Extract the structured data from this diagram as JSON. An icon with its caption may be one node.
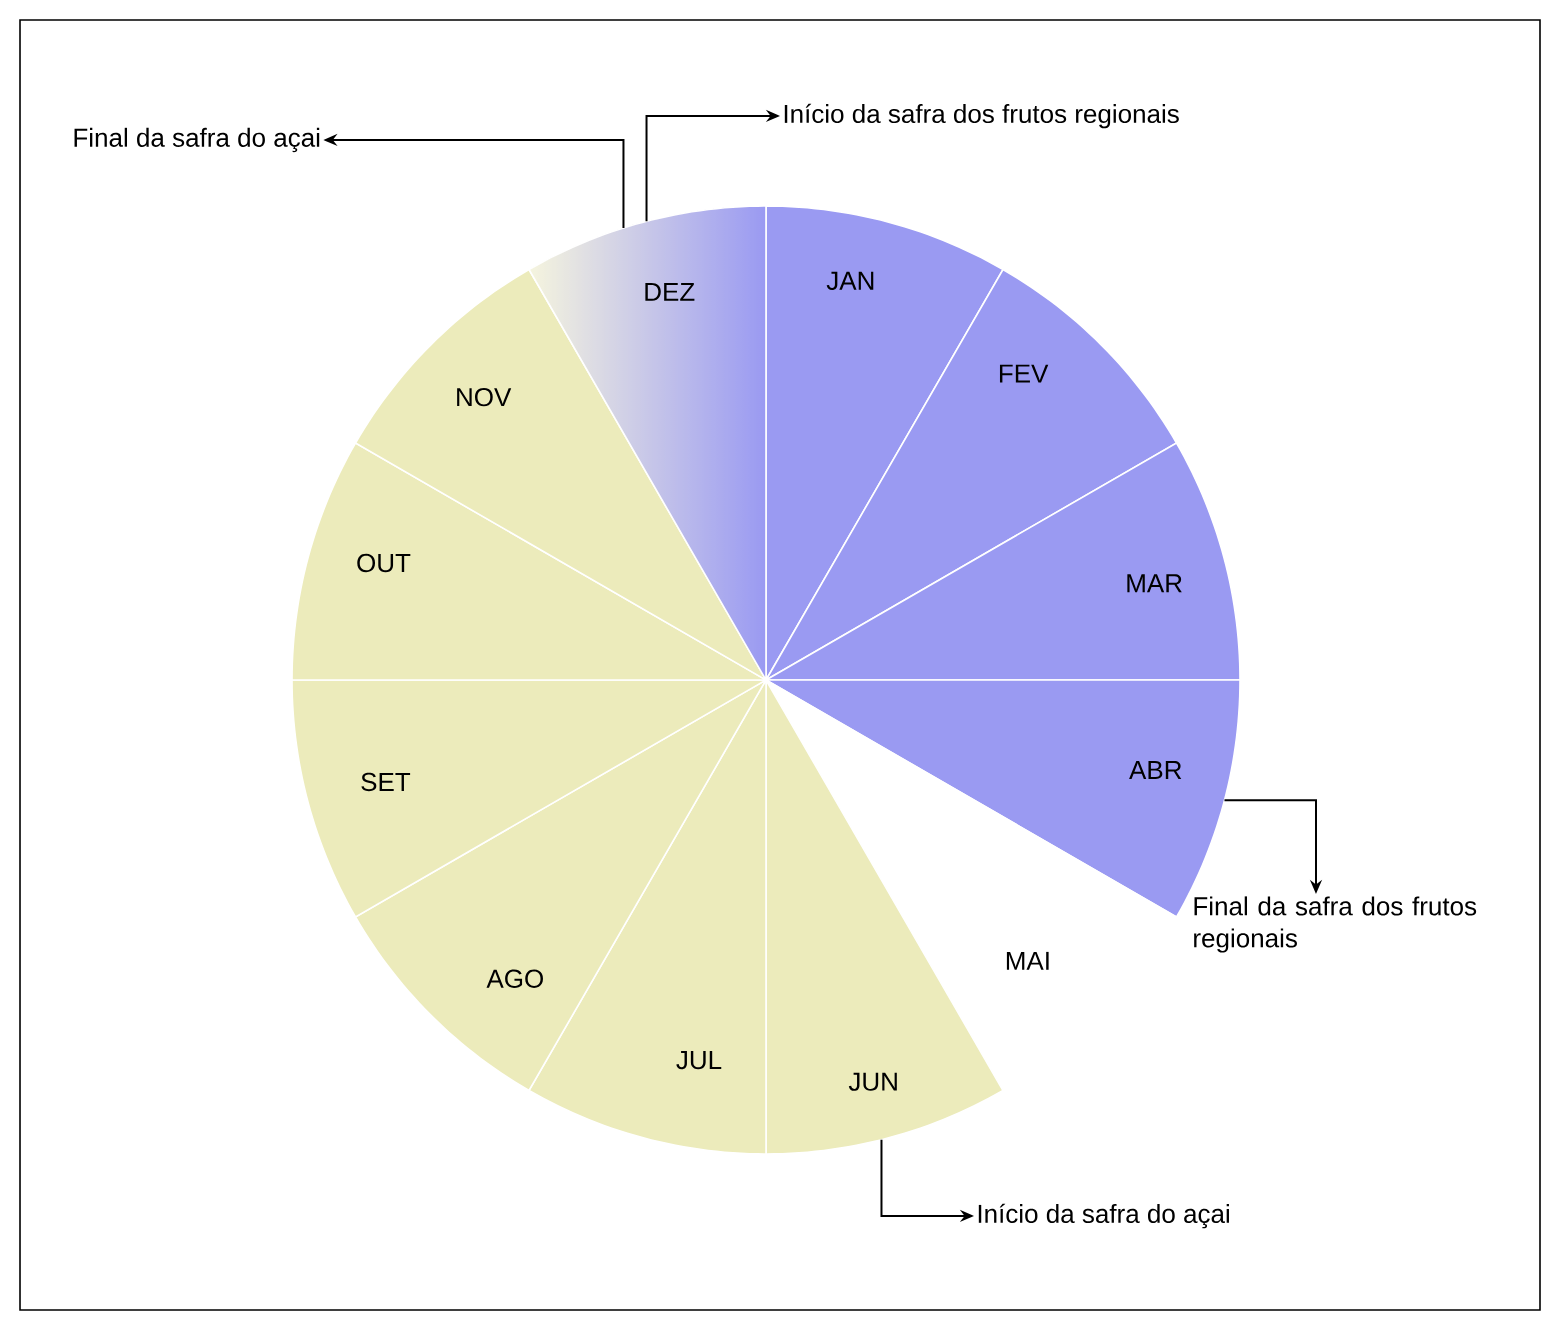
{
  "diagram": {
    "nodes": [
      {
        "text": [
          "JAN"
        ]
      },
      {
        "text": [
          "FEV"
        ]
      },
      {
        "text": [
          "MAR"
        ]
      },
      {
        "text": [
          "ABR"
        ]
      },
      {
        "text": [
          "MAI"
        ]
      },
      {
        "text": [
          "JUN"
        ]
      },
      {
        "text": [
          "JUL"
        ]
      },
      {
        "text": [
          "AGO"
        ]
      },
      {
        "text": [
          "SET"
        ]
      },
      {
        "text": [
          "OUT"
        ]
      },
      {
        "text": [
          "NOV"
        ]
      },
      {
        "text": [
          "DEZ"
        ]
      },
      {
        "text": [
          "Final da safra do açai"
        ]
      },
      {
        "text": [
          "Início da safra dos frutos regionais"
        ]
      },
      {
        "text": [
          "Final da safra dos frutos regionais"
        ]
      },
      {
        "text": [
          "Início da safra do açai"
        ]
      }
    ],
    "edges": [
      {
        "from": 11,
        "to": 12,
        "arrow": "to"
      },
      {
        "from": 11,
        "to": 13,
        "arrow": "to"
      },
      {
        "from": 3,
        "to": 14,
        "arrow": "to"
      },
      {
        "from": 5,
        "to": 15,
        "arrow": "to"
      }
    ]
  }
}
